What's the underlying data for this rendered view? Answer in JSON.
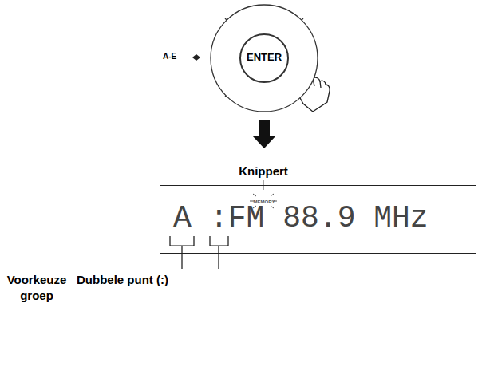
{
  "diagram": {
    "nodes": [
      {
        "text": [
          "ENTER"
        ]
      },
      {
        "text": [
          "MEMORY",
          "A",
          ":FM 88.9 MHz"
        ]
      }
    ],
    "labels": [
      "A-E",
      "Knippert",
      "Voorkeuze groep",
      "Dubbele punt (:)"
    ]
  }
}
